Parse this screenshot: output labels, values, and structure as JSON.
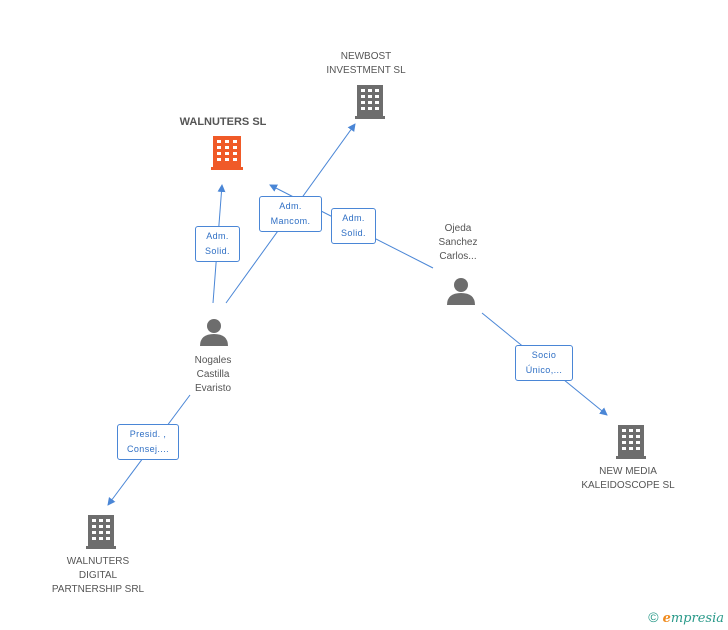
{
  "nodes": {
    "walnuters_sl": {
      "label": "WALNUTERS SL",
      "kind": "company-main"
    },
    "newbost": {
      "label": "NEWBOST\nINVESTMENT SL",
      "kind": "company"
    },
    "ojeda": {
      "label": "Ojeda\nSanchez\nCarlos...",
      "kind": "person"
    },
    "nogales": {
      "label": "Nogales\nCastilla\nEvaristo",
      "kind": "person"
    },
    "new_media": {
      "label": "NEW MEDIA\nKALEIDOSCOPE SL",
      "kind": "company"
    },
    "walnuters_digital": {
      "label": "WALNUTERS\nDIGITAL\nPARTNERSHIP SRL",
      "kind": "company"
    }
  },
  "relations": {
    "adm_solid_1": "Adm.\nSolid.",
    "adm_mancom": "Adm.\nMancom.",
    "adm_solid_2": "Adm.\nSolid.",
    "socio_unico": "Socio\nÚnico,...",
    "presid": "Presid. ,\nConsej...."
  },
  "colors": {
    "edge": "#4a86d6",
    "company_icon": "#6d6d6d",
    "main_company_icon": "#f05a28",
    "person_icon": "#6d6d6d"
  },
  "footer": {
    "copyright_symbol": "©",
    "brand_initial": "e",
    "brand_rest": "mpresia"
  }
}
